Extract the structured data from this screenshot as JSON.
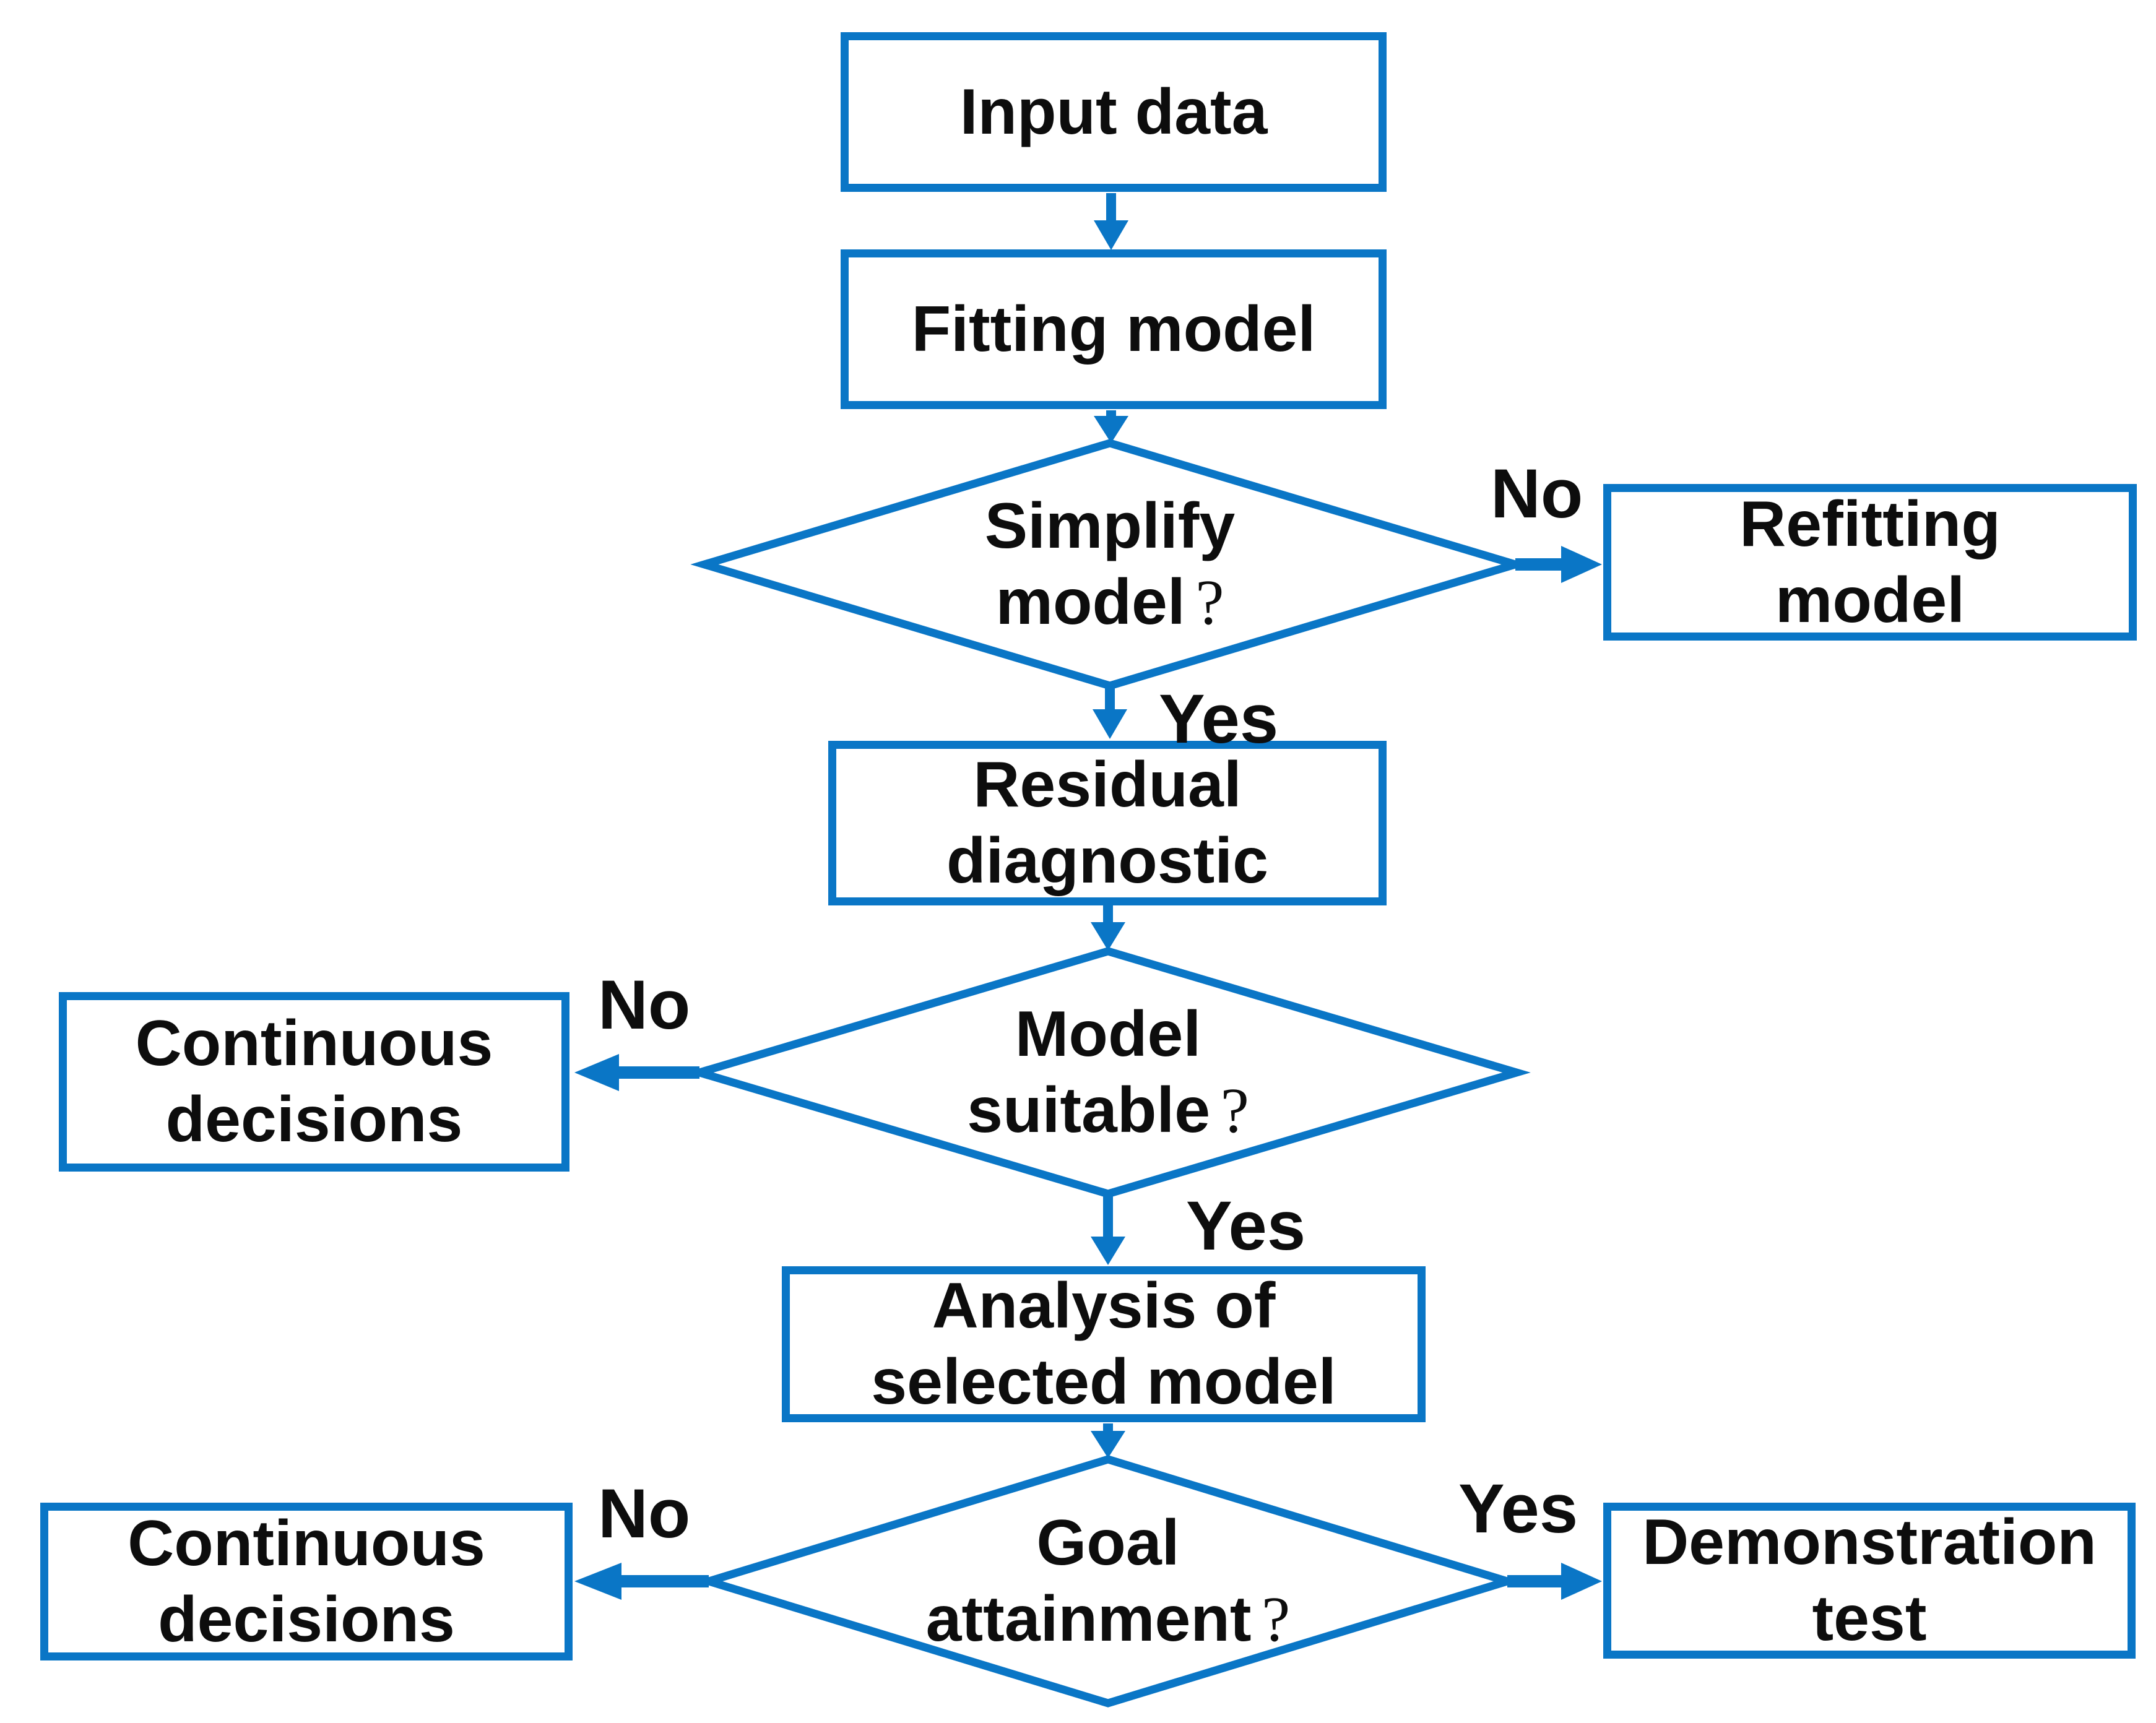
{
  "figure": {
    "background": "#ffffff",
    "accent": "#0a76c6",
    "text_color": "#0d0d0d",
    "nodes": {
      "input_data": {
        "type": "process",
        "line1": "Input data"
      },
      "fitting_model": {
        "type": "process",
        "line1": "Fitting model"
      },
      "simplify_model": {
        "type": "decision",
        "line1": "Simplify",
        "line2": "model?"
      },
      "refitting_model": {
        "type": "process",
        "line1": "Refitting",
        "line2": "model"
      },
      "residual_diagnostic": {
        "type": "process",
        "line1": "Residual",
        "line2": "diagnostic"
      },
      "model_suitable": {
        "type": "decision",
        "line1": "Model",
        "line2": "suitable?"
      },
      "continuous_decisions_upper": {
        "type": "process",
        "line1": "Continuous",
        "line2": "decisions"
      },
      "analysis_of_selected_model": {
        "type": "process",
        "line1": "Analysis of",
        "line2": "selected model"
      },
      "goal_attainment": {
        "type": "decision",
        "line1": "Goal",
        "line2": "attainment?"
      },
      "continuous_decisions_lower": {
        "type": "process",
        "line1": "Continuous",
        "line2": "decisions"
      },
      "demonstration_test": {
        "type": "process",
        "line1": "Demonstration",
        "line2": "test"
      }
    },
    "labels": {
      "simplify_no": "No",
      "simplify_yes": "Yes",
      "suitable_no": "No",
      "suitable_yes": "Yes",
      "goal_no": "No",
      "goal_yes": "Yes"
    }
  }
}
